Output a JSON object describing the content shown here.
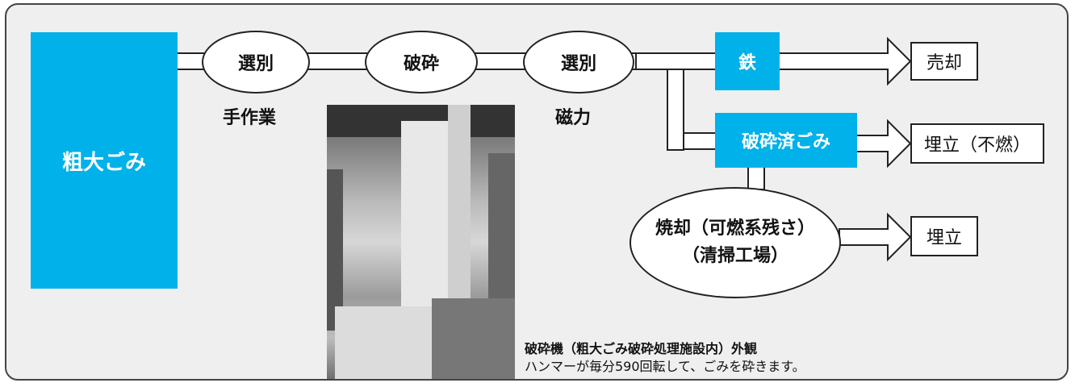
{
  "source": "粗大ごみ",
  "steps": [
    {
      "name": "選別",
      "sub": "手作業"
    },
    {
      "name": "破砕",
      "sub": ""
    },
    {
      "name": "選別",
      "sub": "磁力"
    }
  ],
  "intermediate": {
    "iron": "鉄",
    "crushed": "破砕済ごみ"
  },
  "incineration": {
    "line1": "焼却（可燃系残さ）",
    "line2": "（清掃工場）"
  },
  "outputs": {
    "sale": "売却",
    "landfill_nonburn": "埋立（不燃）",
    "landfill": "埋立"
  },
  "photo_caption": {
    "title": "破砕機（粗大ごみ破砕処理施設内）外観",
    "text": "ハンマーが毎分590回転して、ごみを砕きます。"
  },
  "colors": {
    "accent": "#00b1ea",
    "panel": "#efefef",
    "stroke": "#222222"
  }
}
